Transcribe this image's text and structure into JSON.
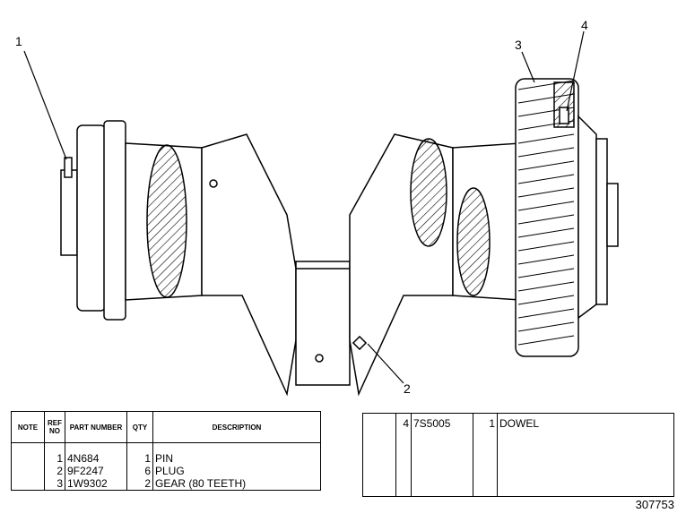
{
  "callouts": [
    "1",
    "2",
    "3",
    "4"
  ],
  "left_table": {
    "headers": [
      "NOTE",
      "REF NO",
      "PART NUMBER",
      "QTY",
      "DESCRIPTION"
    ],
    "rows": [
      {
        "ref": "1",
        "part": "4N684",
        "qty": "1",
        "desc": "PIN"
      },
      {
        "ref": "2",
        "part": "9F2247",
        "qty": "6",
        "desc": "PLUG"
      },
      {
        "ref": "3",
        "part": "1W9302",
        "qty": "2",
        "desc": "GEAR (80 TEETH)"
      }
    ]
  },
  "right_table": {
    "rows": [
      {
        "ref": "4",
        "part": "7S5005",
        "qty": "1",
        "desc": "DOWEL"
      }
    ]
  },
  "figure_number": "307753"
}
